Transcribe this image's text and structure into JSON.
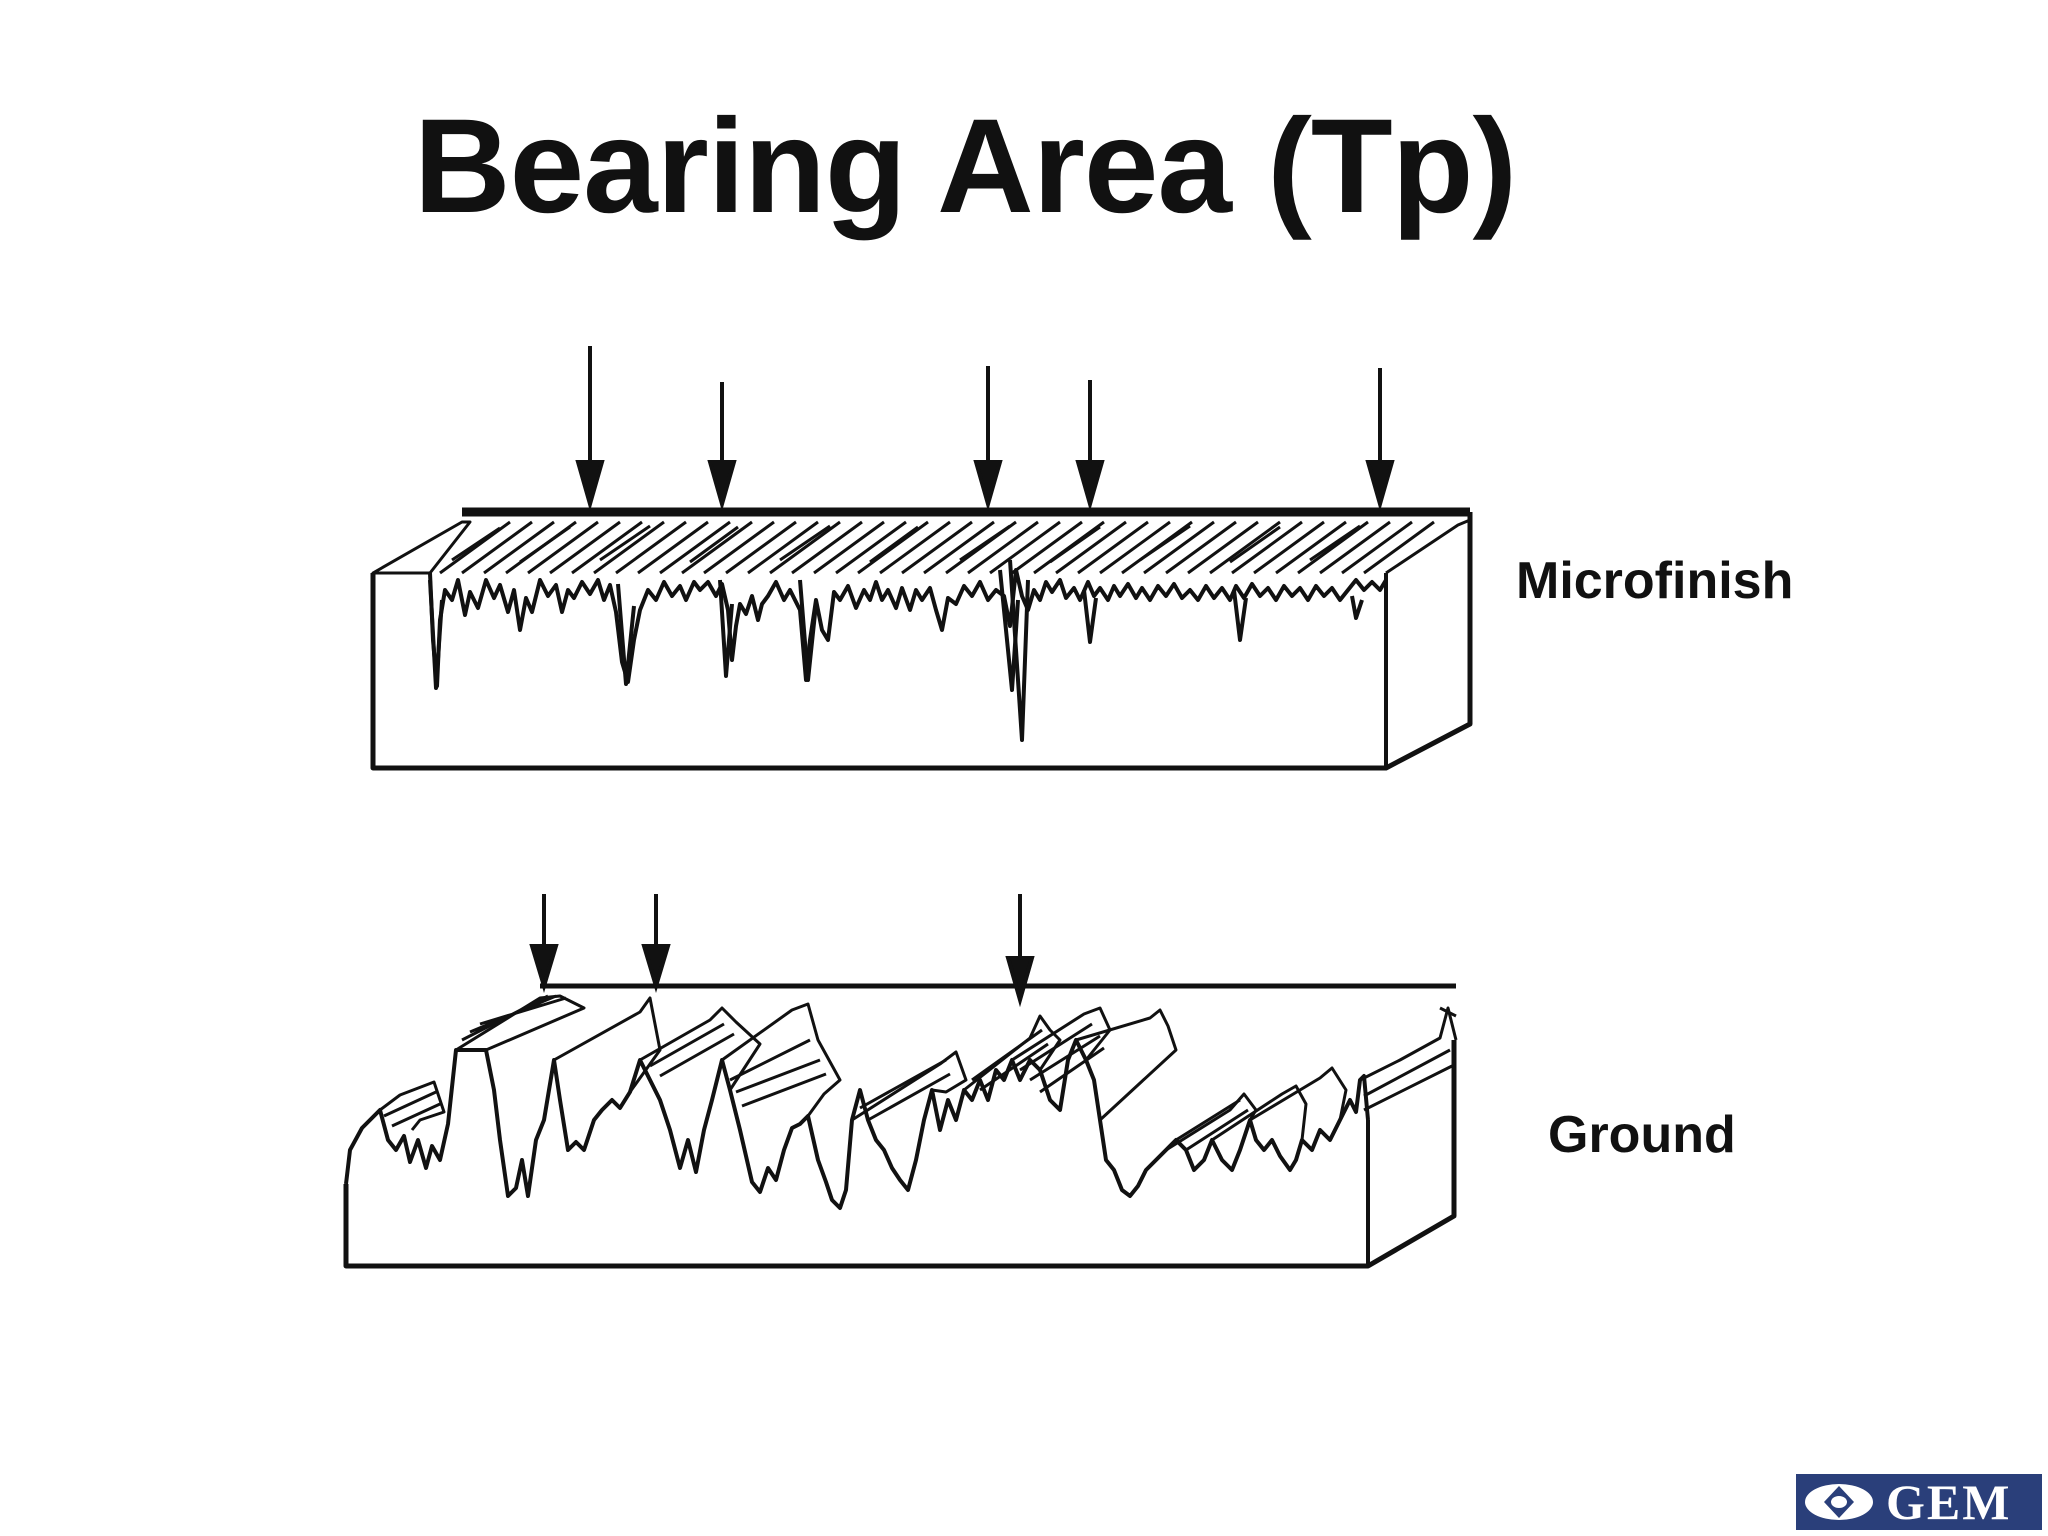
{
  "title": "Bearing Area (Tp)",
  "surfaces": [
    {
      "id": "microfinish",
      "label": "Microfinish",
      "contact_points": 5
    },
    {
      "id": "ground",
      "label": "Ground",
      "contact_points": 3
    }
  ],
  "logo": {
    "text": "GEM"
  },
  "colors": {
    "ink": "#111111",
    "background": "#ffffff",
    "logo_background": "#2a3f7a"
  }
}
